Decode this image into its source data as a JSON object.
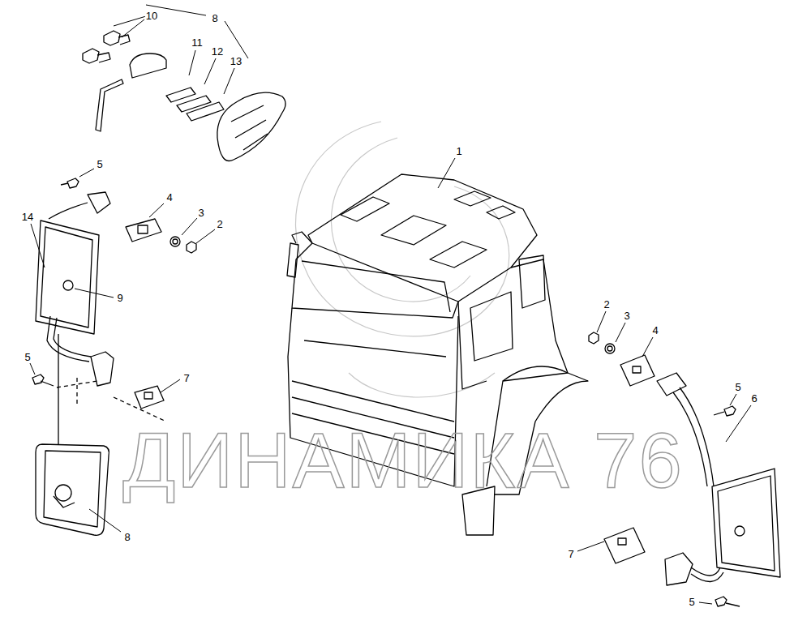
{
  "diagram": {
    "labels": [
      "10",
      "8",
      "11",
      "12",
      "13",
      "5",
      "1",
      "14",
      "4",
      "3",
      "2",
      "9",
      "2",
      "3",
      "4",
      "5",
      "7",
      "5",
      "6",
      "8",
      "7",
      "5",
      "ДИНАМИКА 76"
    ]
  }
}
